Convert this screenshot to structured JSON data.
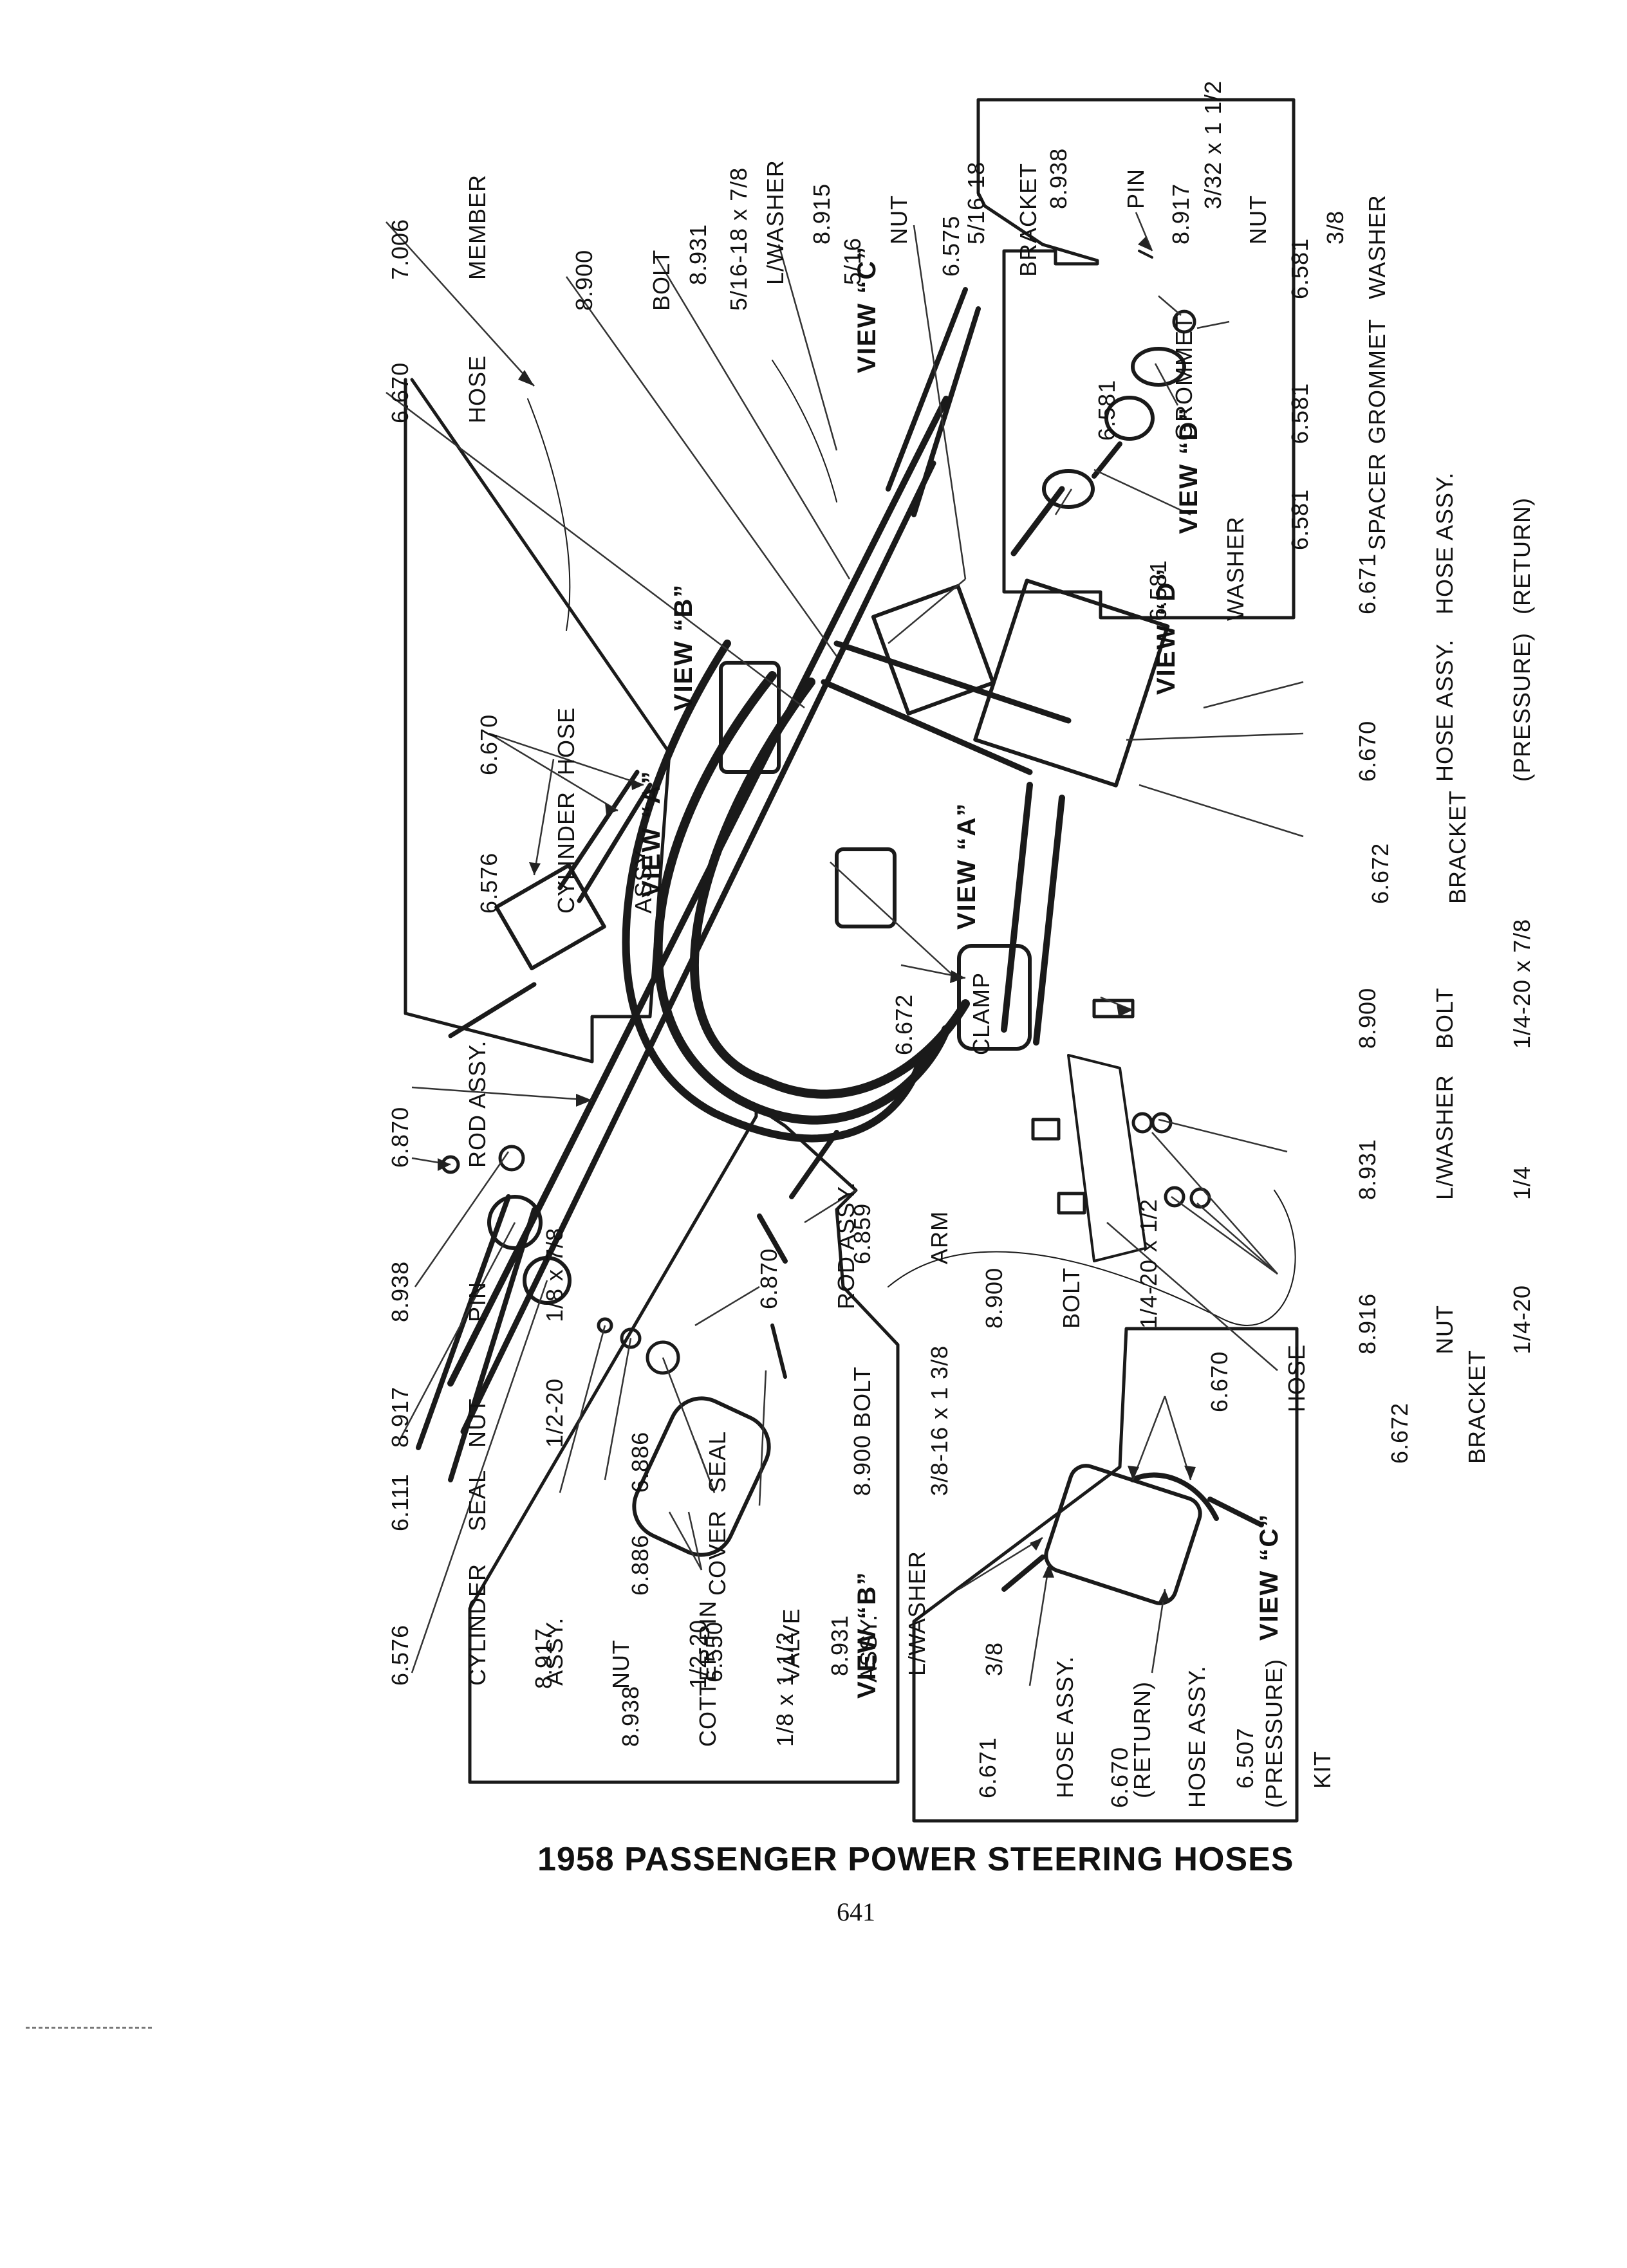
{
  "caption": "1958 PASSENGER POWER STEERING HOSES",
  "page_number": "641",
  "views": {
    "a_main": "VIEW “A”",
    "b_main": "VIEW “B”",
    "c_main": "VIEW “C”",
    "d_main": "VIEW “D”",
    "a_inset": "VIEW “A”",
    "b_inset": "VIEW “B”",
    "c_inset": "VIEW “C”",
    "d_inset": "VIEW “D”"
  },
  "callouts": {
    "hose_6670_top": [
      "6.670",
      "HOSE"
    ],
    "member_7006": [
      "7.006",
      "MEMBER"
    ],
    "bolt_8900_top": [
      "8.900",
      "BOLT",
      "5/16-18 x 7/8"
    ],
    "lwasher_8931_top": [
      "8.931",
      "L/WASHER",
      "5/16"
    ],
    "nut_8915": [
      "8.915",
      "NUT",
      "5/16-18"
    ],
    "bracket_6575": [
      "6.575",
      "BRACKET"
    ],
    "pin_8938_d": [
      "8.938",
      "PIN",
      "3/32 x 1 1/2"
    ],
    "nut_8917_d": [
      "8.917",
      "NUT",
      "3/8"
    ],
    "washer_6581_d": [
      "6.581",
      "WASHER"
    ],
    "grommet_6581_d": [
      "6.581",
      "GROMMET"
    ],
    "grommet_6581_d2": [
      "6.581",
      "GROMMET"
    ],
    "spacer_6581": [
      "6.581",
      "SPACER"
    ],
    "washer_6581_d2": [
      "6.581",
      "WASHER"
    ],
    "hose_return_6671": [
      "6.671",
      "HOSE ASSY.",
      "(RETURN)"
    ],
    "hose_pressure_6670": [
      "6.670",
      "HOSE ASSY.",
      "(PRESSURE)"
    ],
    "bracket_6672_r": [
      "6.672",
      "BRACKET"
    ],
    "bolt_8900_mid": [
      "8.900",
      "BOLT",
      "1/4-20 x 7/8"
    ],
    "lwasher_8931_mid": [
      "8.931",
      "L/WASHER",
      "1/4"
    ],
    "nut_8916": [
      "8.916",
      "NUT",
      "1/4-20"
    ],
    "bracket_6672_low": [
      "6.672",
      "BRACKET"
    ],
    "bolt_8900_small": [
      "8.900",
      "BOLT",
      "1/4-20 x 1/2"
    ],
    "clamp_6672": [
      "6.672",
      "CLAMP"
    ],
    "cylinder_6576_a": [
      "6.576",
      "CYLINDER",
      "ASSY."
    ],
    "hose_6670_a": [
      "6.670",
      "HOSE"
    ],
    "rod_6870_main": [
      "6.870",
      "ROD ASSY."
    ],
    "pin_8938_main": [
      "8.938",
      "PIN",
      "1/8 x 7/8"
    ],
    "nut_8917_main": [
      "8.917",
      "NUT",
      "1/2-20"
    ],
    "seal_6111": [
      "6.111",
      "SEAL"
    ],
    "cylinder_6576_main": [
      "6.576",
      "CYLINDER",
      "ASSY."
    ],
    "nut_8917_b": [
      "8.917",
      "NUT",
      "1/2-20"
    ],
    "cotter_8938_b": [
      "8.938",
      "COTTER PIN",
      "1/8 x 1 1/2"
    ],
    "cover_6886": [
      "6.886",
      "COVER"
    ],
    "seal_6886": [
      "6.886",
      "SEAL"
    ],
    "valve_6550": [
      "6.550",
      "VALVE",
      "ASSY."
    ],
    "lwasher_8931_b": [
      "8.931",
      "L/WASHER",
      "3/8"
    ],
    "bolt_8900_b": [
      "8.900 BOLT",
      "3/8-16 x 1 3/8"
    ],
    "rod_6870_b": [
      "6.870",
      "ROD ASSY."
    ],
    "arm_6859": [
      "6.859",
      "ARM"
    ],
    "hose_return_6671_c": [
      "6.671",
      "HOSE ASSY.",
      "(RETURN)"
    ],
    "hose_pressure_6670_c": [
      "6.670",
      "HOSE ASSY.",
      "(PRESSURE)"
    ],
    "kit_6507": [
      "6.507",
      "KIT"
    ],
    "hose_6670_c": [
      "6.670",
      "HOSE"
    ]
  }
}
